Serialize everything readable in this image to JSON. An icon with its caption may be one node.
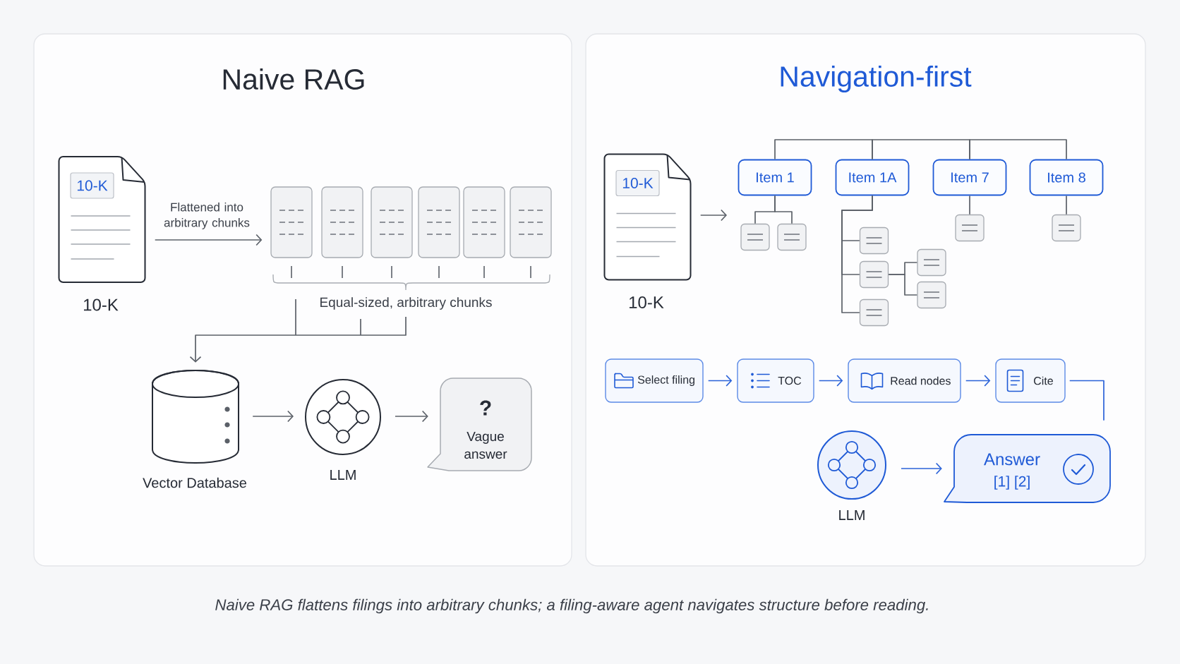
{
  "diagram": {
    "caption": "Naive RAG flattens filings into arbitrary chunks; a filing-aware agent navigates structure before reading.",
    "nodes": [
      {
        "text": [
          "Naive RAG"
        ]
      },
      {
        "text": [
          "10-K"
        ],
        "beside": [
          "10-K"
        ],
        "in": 0
      },
      {
        "text": [],
        "shape": "box",
        "in": 0
      },
      {
        "text": [],
        "shape": "box",
        "in": 0
      },
      {
        "text": [],
        "shape": "box",
        "in": 0
      },
      {
        "text": [],
        "shape": "box",
        "in": 0
      },
      {
        "text": [],
        "shape": "box",
        "in": 0
      },
      {
        "text": [],
        "shape": "box",
        "in": 0
      },
      {
        "text": [
          "Equal-sized, arbitrary chunks"
        ],
        "in": 0
      },
      {
        "text": [],
        "shape": "cylinder",
        "beside": [
          "Vector Database"
        ],
        "in": 0
      },
      {
        "text": [],
        "shape": "circle",
        "beside": [
          "LLM"
        ],
        "in": 0
      },
      {
        "text": [
          "?",
          "Vague answer"
        ],
        "in": 0
      },
      {
        "text": [
          "Navigation-first"
        ]
      },
      {
        "text": [
          "10-K"
        ],
        "beside": [
          "10-K"
        ],
        "in": 12
      },
      {
        "text": [
          "Item 1"
        ],
        "in": 12
      },
      {
        "text": [
          "Item 1A"
        ],
        "in": 12
      },
      {
        "text": [
          "Item 7"
        ],
        "in": 12
      },
      {
        "text": [
          "Item 8"
        ],
        "in": 12
      },
      {
        "text": [],
        "shape": "box",
        "in": 12
      },
      {
        "text": [],
        "shape": "box",
        "in": 12
      },
      {
        "text": [],
        "shape": "box",
        "in": 12
      },
      {
        "text": [],
        "shape": "box",
        "in": 12
      },
      {
        "text": [],
        "shape": "box",
        "in": 12
      },
      {
        "text": [],
        "shape": "box",
        "in": 12
      },
      {
        "text": [],
        "shape": "box",
        "in": 12
      },
      {
        "text": [],
        "shape": "box",
        "in": 12
      },
      {
        "text": [],
        "shape": "box",
        "in": 12
      },
      {
        "text": [
          "Select filing"
        ],
        "in": 12
      },
      {
        "text": [
          "TOC"
        ],
        "in": 12
      },
      {
        "text": [
          "Read nodes"
        ],
        "in": 12
      },
      {
        "text": [
          "Cite"
        ],
        "in": 12
      },
      {
        "text": [],
        "shape": "circle",
        "beside": [
          "LLM"
        ],
        "in": 12
      },
      {
        "text": [
          "Answer",
          "[1] [2]"
        ],
        "in": 12
      }
    ],
    "edges": [
      {
        "from": 1,
        "to": 2,
        "arrow": "to",
        "label": "Flattened into arbitrary chunks"
      },
      {
        "from": 8,
        "to": 9,
        "arrow": "to"
      },
      {
        "from": 9,
        "to": 10,
        "arrow": "to"
      },
      {
        "from": 10,
        "to": 11,
        "arrow": "to"
      },
      {
        "from": 13,
        "to": null,
        "arrow": "to"
      },
      {
        "from": 14,
        "to": 15,
        "arrow": "none"
      },
      {
        "from": 15,
        "to": 16,
        "arrow": "none"
      },
      {
        "from": 16,
        "to": 17,
        "arrow": "none"
      },
      {
        "from": 14,
        "to": 18,
        "arrow": "none"
      },
      {
        "from": 14,
        "to": 19,
        "arrow": "none"
      },
      {
        "from": 15,
        "to": 20,
        "arrow": "none"
      },
      {
        "from": 15,
        "to": 21,
        "arrow": "none"
      },
      {
        "from": 15,
        "to": 22,
        "arrow": "none"
      },
      {
        "from": 21,
        "to": 23,
        "arrow": "none"
      },
      {
        "from": 21,
        "to": 24,
        "arrow": "none"
      },
      {
        "from": 16,
        "to": 25,
        "arrow": "none"
      },
      {
        "from": 17,
        "to": 26,
        "arrow": "none"
      },
      {
        "from": 27,
        "to": 28,
        "arrow": "to",
        "color": "#2a62d8"
      },
      {
        "from": 28,
        "to": 29,
        "arrow": "to",
        "color": "#2a62d8"
      },
      {
        "from": 29,
        "to": 30,
        "arrow": "to",
        "color": "#2a62d8"
      },
      {
        "from": 30,
        "to": 32,
        "arrow": "none",
        "color": "#2a62d8"
      },
      {
        "from": 31,
        "to": 32,
        "arrow": "to",
        "color": "#2a62d8"
      }
    ]
  }
}
